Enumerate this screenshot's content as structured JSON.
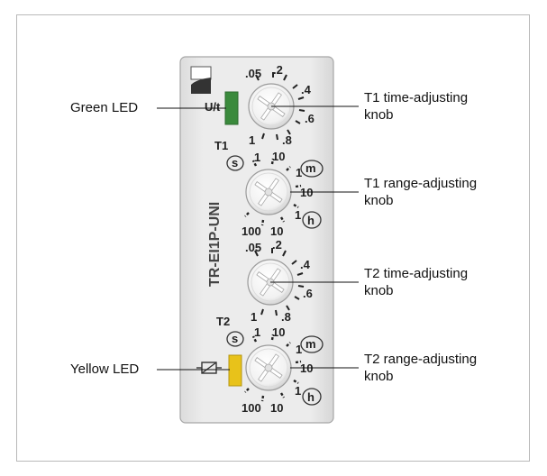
{
  "device": {
    "model": "TR-EI1P-UNI",
    "led_label": "U/t",
    "timer1_label": "T1",
    "timer2_label": "T2",
    "time_scale": {
      "top_left": ".05",
      "top_right": ".2",
      "right_upper": ".4",
      "right_lower": ".6",
      "bottom_left": "1",
      "bottom_right": ".8"
    },
    "range_scale": {
      "seconds_unit": "s",
      "minutes_unit": "m",
      "hours_unit": "h",
      "top_left": "1",
      "top_right": "10",
      "right_upper": "1",
      "right_mid": "10",
      "right_lower": "1",
      "bottom_left": "100",
      "bottom_right": "10"
    },
    "colors": {
      "green_led": "#3a8a3c",
      "yellow_led": "#e8c21a",
      "housing": "#e9e9e9"
    }
  },
  "callouts": {
    "green_led": "Green LED",
    "yellow_led": "Yellow LED",
    "t1_time_line1": "T1 time-adjusting",
    "t1_time_line2": "knob",
    "t1_range_line1": "T1 range-adjusting",
    "t1_range_line2": "knob",
    "t2_time_line1": "T2 time-adjusting",
    "t2_time_line2": "knob",
    "t2_range_line1": "T2 range-adjusting",
    "t2_range_line2": "knob"
  }
}
